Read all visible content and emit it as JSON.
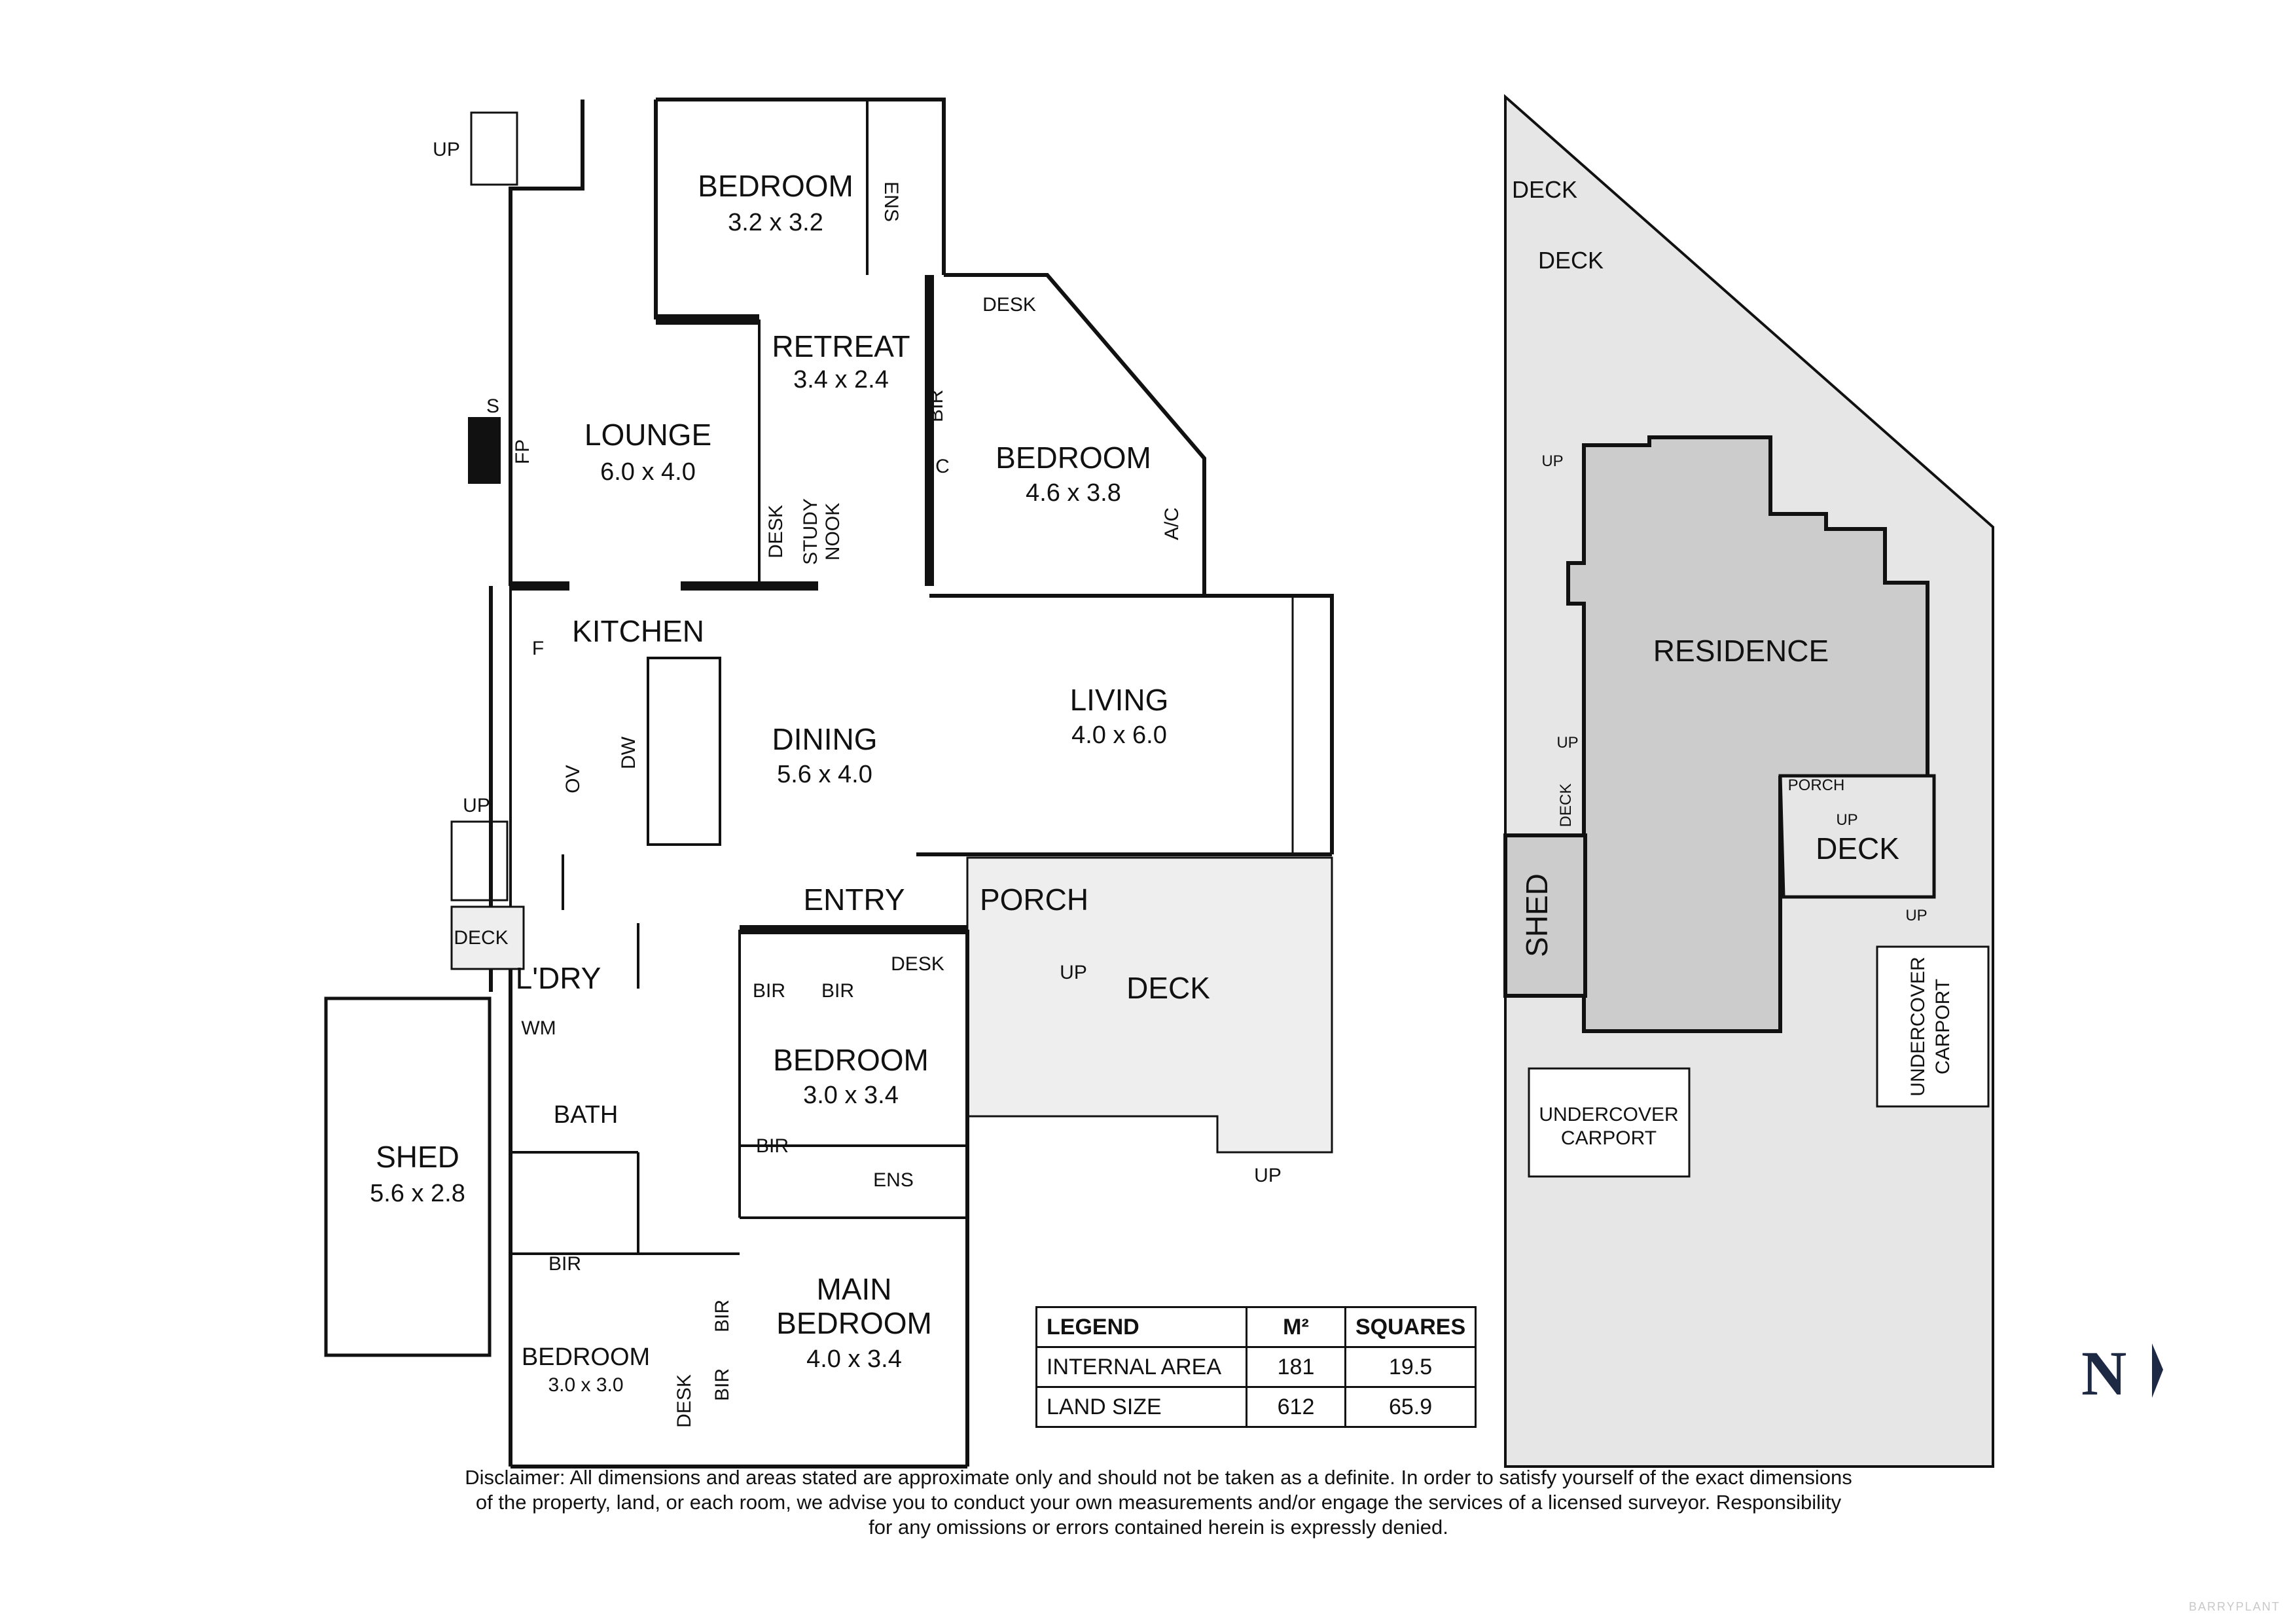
{
  "rooms": {
    "bedroom_top": {
      "name": "BEDROOM",
      "dim": "3.2 x 3.2"
    },
    "ens_top": "ENS",
    "retreat": {
      "name": "RETREAT",
      "dim": "3.4 x 2.4"
    },
    "lounge": {
      "name": "LOUNGE",
      "dim": "6.0 x 4.0"
    },
    "bedroom_right": {
      "name": "BEDROOM",
      "dim": "4.6 x 3.8"
    },
    "kitchen": "KITCHEN",
    "dining": {
      "name": "DINING",
      "dim": "5.6 x 4.0"
    },
    "living": {
      "name": "LIVING",
      "dim": "4.0 x 6.0"
    },
    "entry": "ENTRY",
    "porch": "PORCH",
    "deck_main": "DECK",
    "deck_small": "DECK",
    "laundry": "L'DRY",
    "bath": "BATH",
    "shed": {
      "name": "SHED",
      "dim": "5.6 x 2.8"
    },
    "bedroom_mid": {
      "name": "BEDROOM",
      "dim": "3.0 x 3.4"
    },
    "ens_mid": "ENS",
    "main_bedroom": {
      "line1": "MAIN",
      "line2": "BEDROOM",
      "dim": "4.0 x 3.4"
    },
    "bedroom_bottom": {
      "name": "BEDROOM",
      "dim": "3.0 x 3.0"
    }
  },
  "fixtures": {
    "desk": "DESK",
    "bir": "BIR",
    "cupboard": "C",
    "fireplace": "FP",
    "s": "S",
    "fridge": "F",
    "dishwasher": "DW",
    "oven": "OV",
    "washer": "WM",
    "ac": "A/C",
    "study_nook_1": "STUDY",
    "study_nook_2": "NOOK",
    "up": "UP"
  },
  "site": {
    "residence": "RESIDENCE",
    "deck_1": "DECK",
    "deck_2": "DECK",
    "deck_3": "DECK",
    "deck_small": "DECK",
    "porch": "PORCH",
    "shed": "SHED",
    "carport_1a": "UNDERCOVER",
    "carport_1b": "CARPORT",
    "carport_2a": "UNDERCOVER",
    "carport_2b": "CARPORT",
    "up": "UP"
  },
  "north": "N",
  "legend": {
    "headers": [
      "LEGEND",
      "M²",
      "SQUARES"
    ],
    "rows": [
      {
        "label": "INTERNAL AREA",
        "m2": "181",
        "squares": "19.5"
      },
      {
        "label": "LAND SIZE",
        "m2": "612",
        "squares": "65.9"
      }
    ]
  },
  "disclaimer": [
    "Disclaimer: All dimensions and areas stated are approximate only and should not be taken as a definite. In order to satisfy yourself of the exact dimensions",
    "of the property, land, or each room, we advise you to conduct your own measurements and/or engage the services of a licensed surveyor. Responsibility",
    "for any omissions or errors contained herein is expressly denied."
  ],
  "watermark": "BARRYPLANT"
}
